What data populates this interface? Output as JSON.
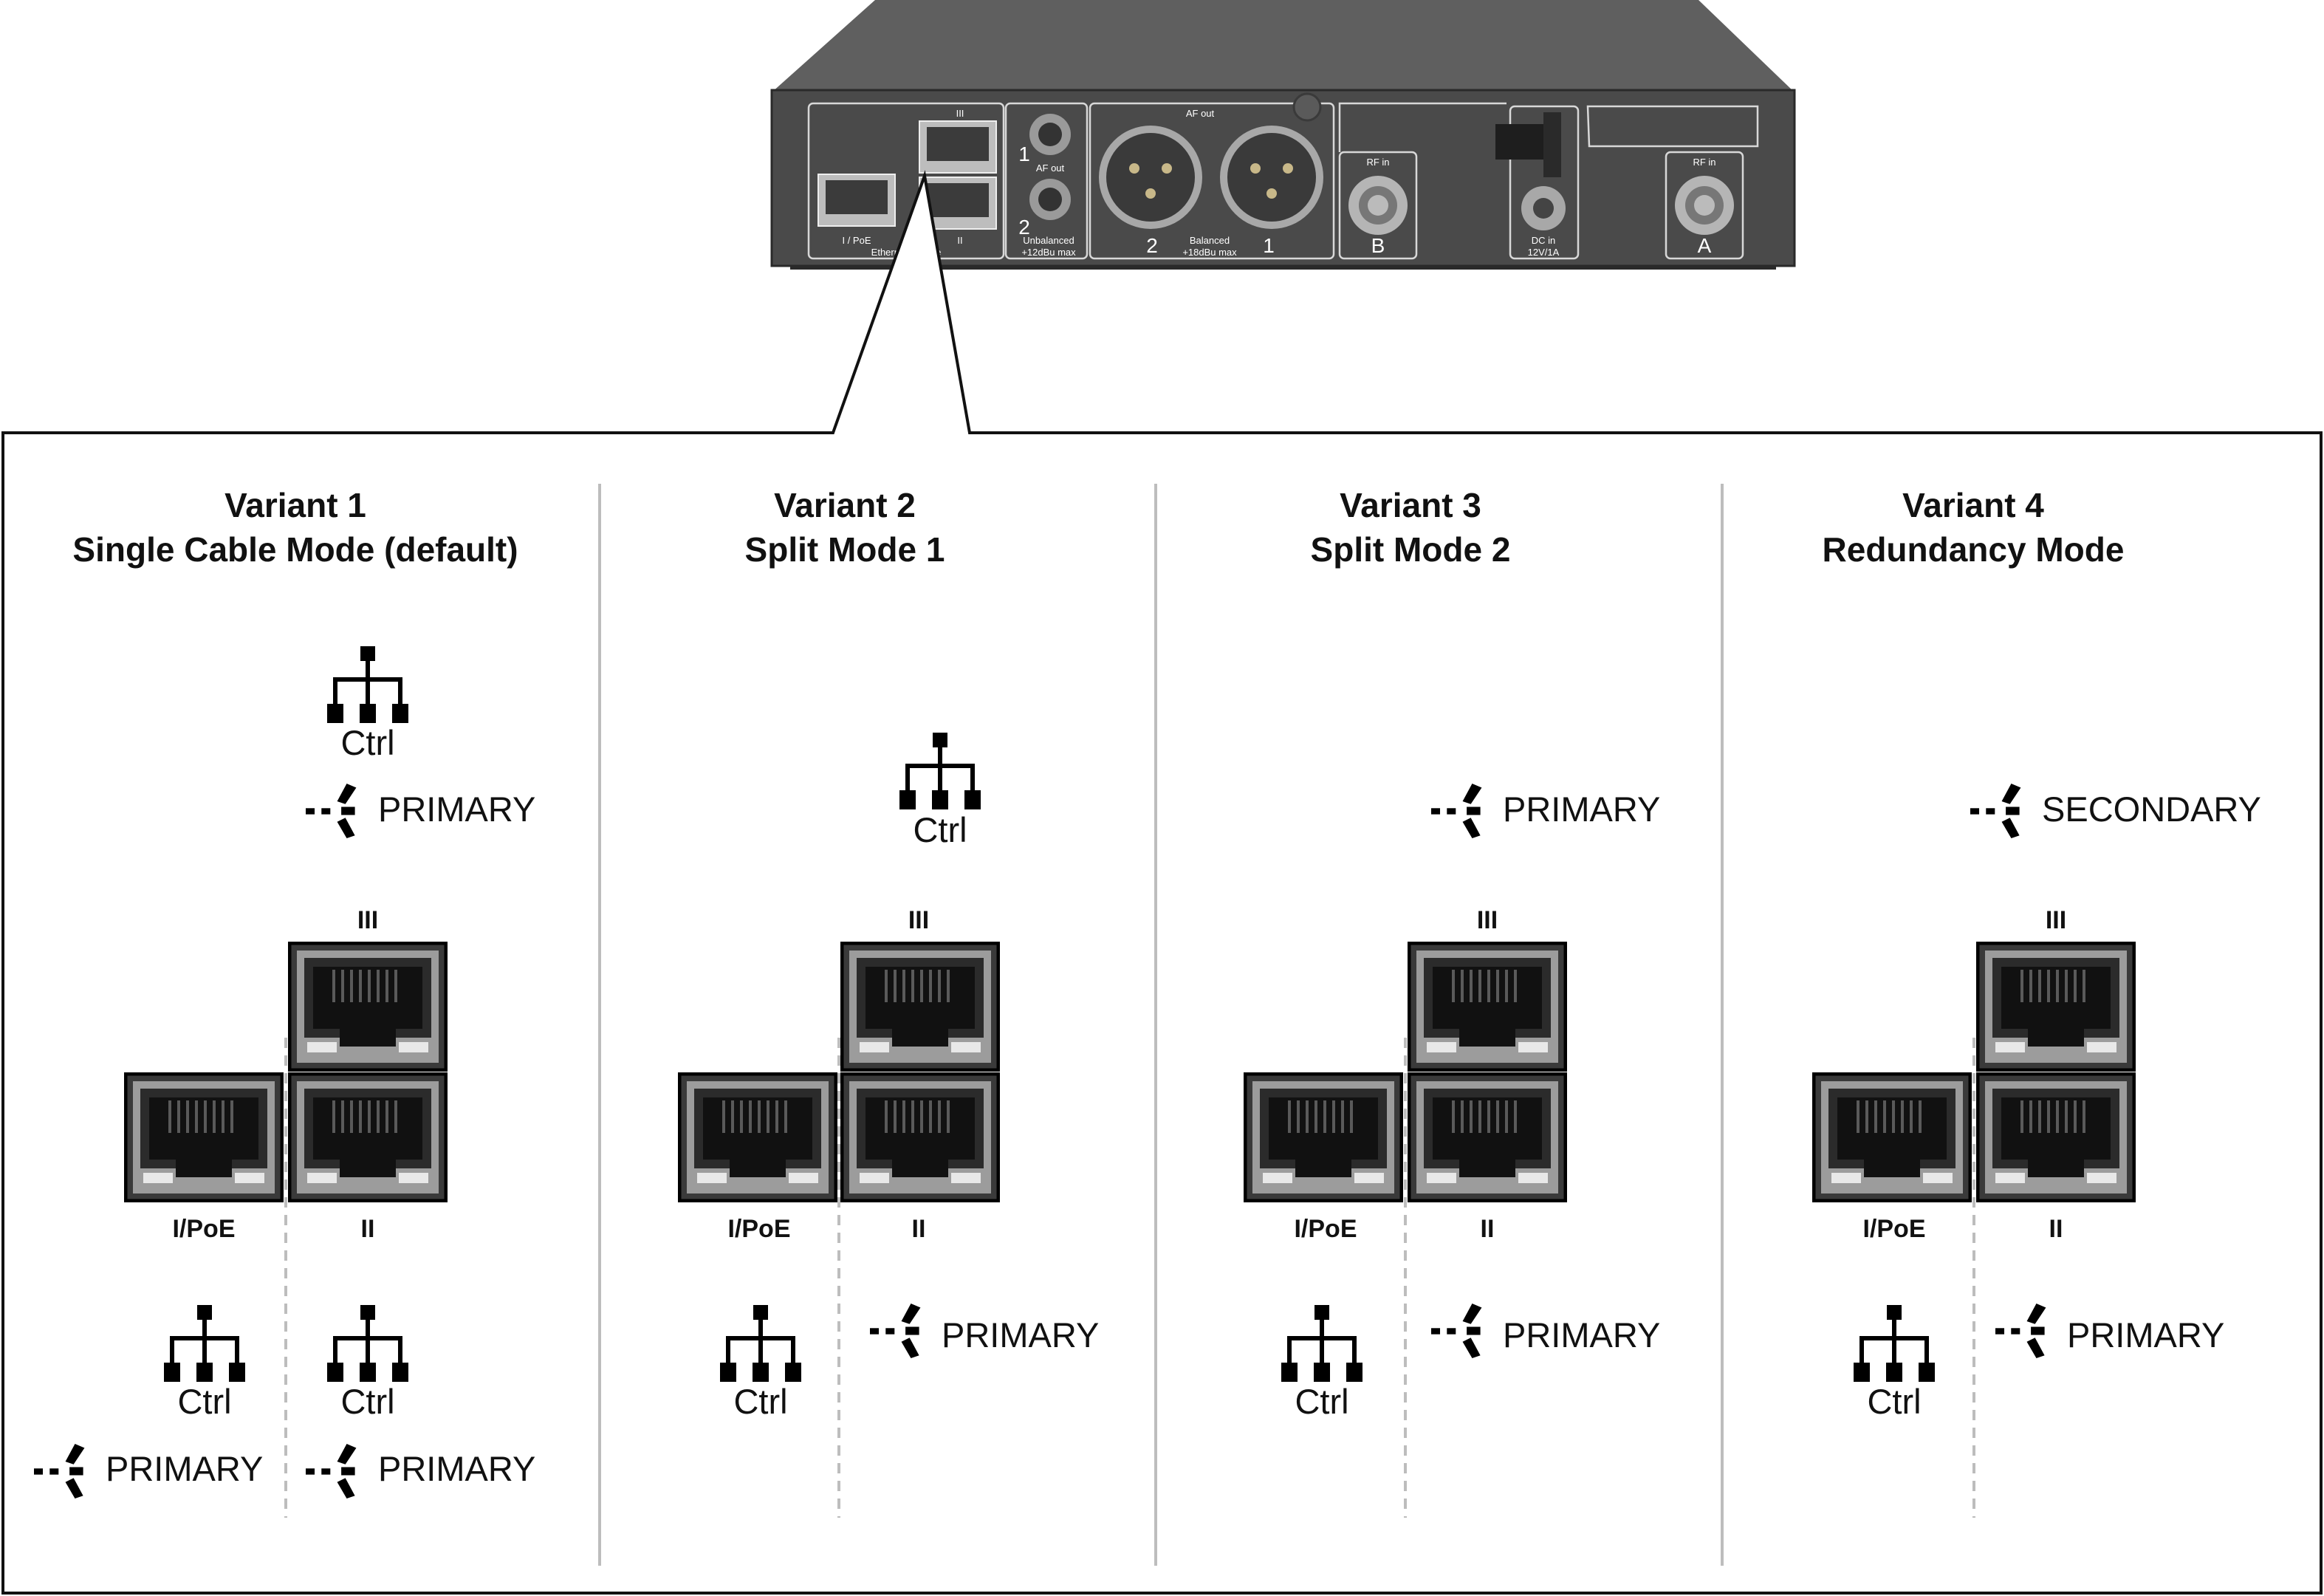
{
  "device": {
    "port_labels": {
      "iii": "III",
      "i_poe": "I / PoE",
      "ii": "II"
    },
    "ethernet_label": "Ethernet / Dante",
    "af_out_label": "AF out",
    "unbalanced": {
      "num1": "1",
      "num2": "2",
      "line1": "Unbalanced",
      "line2": "+12dBu max"
    },
    "balanced": {
      "num1": "1",
      "num2": "2",
      "line1": "Balanced",
      "line2": "+18dBu max"
    },
    "rf_in_label": "RF in",
    "antenna_b": "B",
    "antenna_a": "A",
    "dc_in": "DC in",
    "dc_rating": "12V/1A"
  },
  "variants": [
    {
      "title_line1": "Variant 1",
      "title_line2": "Single Cable Mode (default)",
      "port_iii": "III",
      "port_i": "I/PoE",
      "port_ii": "II",
      "top_ctrl": "Ctrl",
      "top_primary": "PRIMARY",
      "bottom_left_ctrl": "Ctrl",
      "bottom_left_primary": "PRIMARY",
      "bottom_right_ctrl": "Ctrl",
      "bottom_right_primary": "PRIMARY"
    },
    {
      "title_line1": "Variant 2",
      "title_line2": "Split Mode 1",
      "port_iii": "III",
      "port_i": "I/PoE",
      "port_ii": "II",
      "top_ctrl": "Ctrl",
      "bottom_left_ctrl": "Ctrl",
      "bottom_right_primary": "PRIMARY"
    },
    {
      "title_line1": "Variant 3",
      "title_line2": "Split Mode 2",
      "port_iii": "III",
      "port_i": "I/PoE",
      "port_ii": "II",
      "top_primary": "PRIMARY",
      "bottom_left_ctrl": "Ctrl",
      "bottom_right_primary": "PRIMARY"
    },
    {
      "title_line1": "Variant 4",
      "title_line2": "Redundancy Mode",
      "port_iii": "III",
      "port_i": "I/PoE",
      "port_ii": "II",
      "top_secondary": "SECONDARY",
      "bottom_left_ctrl": "Ctrl",
      "bottom_right_primary": "PRIMARY"
    }
  ],
  "icons": {
    "network": "network-tree-icon",
    "dante": "dante-icon",
    "rj45": "rj45-port-icon"
  }
}
